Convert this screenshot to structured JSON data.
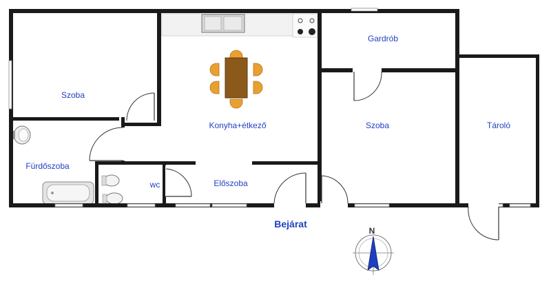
{
  "rooms": {
    "szoba_left": "Szoba",
    "konyha": "Konyha+étkező",
    "gardrob": "Gardrób",
    "szoba_right": "Szoba",
    "tarolo": "Tároló",
    "furdoszoba": "Fürdőszoba",
    "wc": "wc",
    "eloszoba": "Előszoba"
  },
  "entrance": "Bejárat",
  "compass": {
    "north": "N"
  },
  "colors": {
    "label": "#1f3fbf",
    "wall": "#1a1a1a",
    "chair": "#e8a030",
    "table": "#8b5a1a",
    "compass": "#1f3fbf"
  }
}
